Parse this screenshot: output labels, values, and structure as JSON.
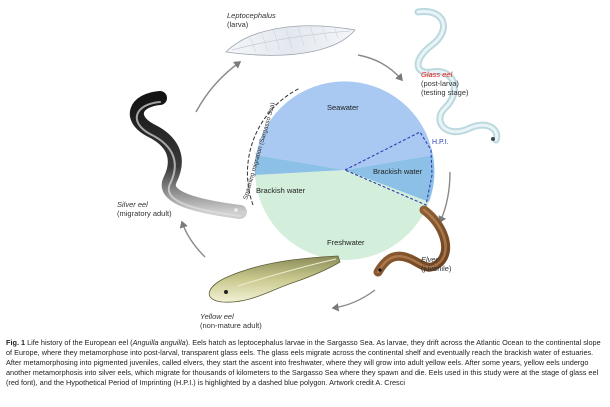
{
  "stages": {
    "leptocephalus": {
      "name": "Leptocephalus",
      "sub": "(larva)"
    },
    "glass_eel": {
      "name": "Glass eel",
      "sub1": "(post-larva)",
      "sub2": "(testing stage)"
    },
    "elver": {
      "name": "Elver",
      "sub": "(juvenile)"
    },
    "yellow_eel": {
      "name": "Yellow eel",
      "sub": "(non-mature adult)"
    },
    "silver_eel": {
      "name": "Silver eel",
      "sub": "(migratory adult)"
    }
  },
  "circle": {
    "seawater": "Seawater",
    "brackish_right": "Brackish water",
    "brackish_left": "Brackish water",
    "freshwater": "Freshwater",
    "hpi": "H.P.I.",
    "spawning": "Spawning migration (Sargasso Sea)"
  },
  "colors": {
    "seawater": "#a9c9f2",
    "brackish": "#8cc0e6",
    "freshwater": "#d3eedb",
    "hpi_line": "#2f3fb0",
    "glass_eel_label": "#e8201b"
  },
  "caption": {
    "fig_num": "Fig. 1",
    "t1": " Life history of the European eel (",
    "species": "Anguilla anguilla",
    "t2": "). Eels hatch as leptocephalus larvae in the Sargasso Sea. As larvae, they drift across the Atlantic Ocean to the continental slope of Europe, where they metamorphose into post-larval, transparent glass eels. The glass eels migrate across the continental shelf and eventually reach the brackish water of estuaries. After metamorphosing into pigmented juveniles, called elvers, they start the ascent into freshwater, where they will grow into adult yellow eels. After some years, yellow eels undergo another metamorphosis into silver eels, which migrate for thousands of kilometers to the Sargasso Sea where they spawn and die. Eels used in this study were at the stage of glass eel (red font), and the Hypothetical Period of Imprinting (H.P.I.) is highlighted by a dashed blue polygon. Artwork credit A. Cresci"
  }
}
